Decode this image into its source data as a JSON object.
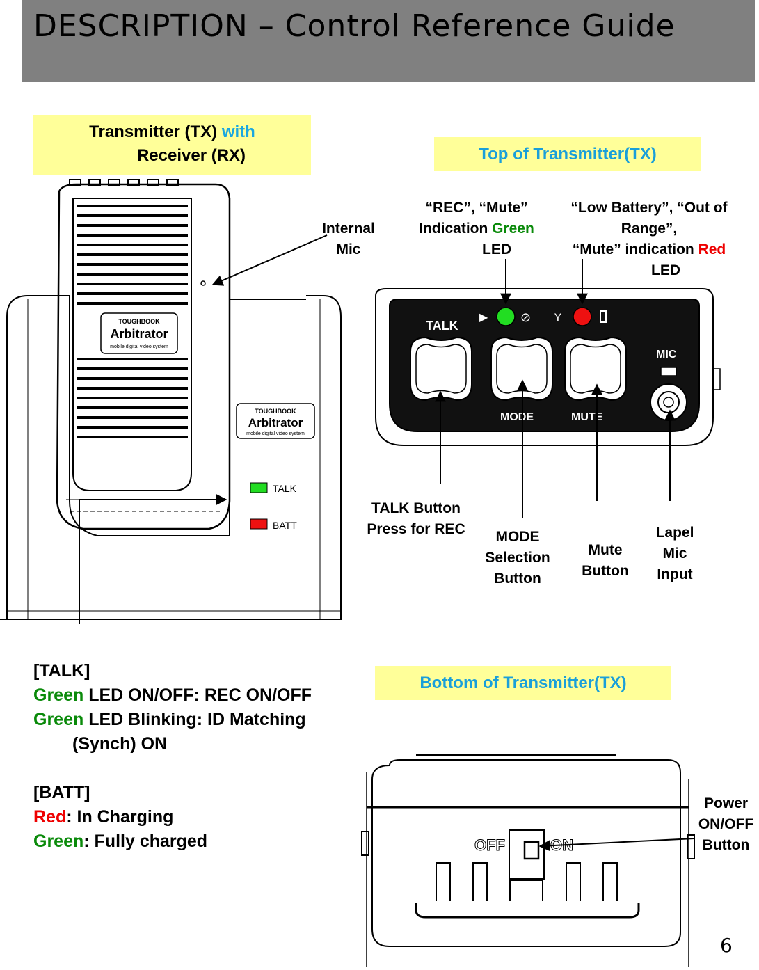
{
  "header": {
    "title": "DESCRIPTION – Control Reference Guide"
  },
  "boxes": {
    "tx_with_rx_part1": "Transmitter (TX) ",
    "tx_with_rx_with": "with",
    "tx_with_rx_part2": "Receiver (RX)",
    "top_of_tx": "Top of Transmitter(TX)",
    "bottom_of_tx": "Bottom of Transmitter(TX)"
  },
  "device": {
    "brand_top": "TOUGHBOOK",
    "brand_name": "Arbitrator",
    "brand_sub": "mobile digital video system",
    "led_talk": "TALK",
    "led_batt": "BATT"
  },
  "top_panel": {
    "talk": "TALK",
    "mode": "MODE",
    "mute": "MUTE",
    "mic": "MIC"
  },
  "bottom_panel": {
    "off": "OFF",
    "on": "ON"
  },
  "labels": {
    "internal_mic": [
      "Internal",
      "Mic"
    ],
    "rec_mute_green": {
      "line1": "“REC”, “Mute”",
      "line2a": "Indication ",
      "line2b": "Green",
      "line3": "LED"
    },
    "low_batt_red": {
      "line1": "“Low Battery”, “Out of",
      "line2": "Range”,",
      "line3a": "“Mute” indication ",
      "line3b": "Red",
      "line4": "LED"
    },
    "talk_button": [
      "TALK Button",
      "Press for REC"
    ],
    "mode_button": [
      "MODE",
      "Selection",
      "Button"
    ],
    "mute_button": [
      "Mute",
      "Button"
    ],
    "lapel_mic": [
      "Lapel",
      "Mic",
      "Input"
    ],
    "power_button": [
      "Power",
      "ON/OFF",
      "Button"
    ]
  },
  "description": {
    "talk_header": "[TALK]",
    "talk_line1_color": "Green",
    "talk_line1_rest": " LED ON/OFF:  REC ON/OFF",
    "talk_line2_color": "Green",
    "talk_line2_rest": " LED Blinking:  ID Matching",
    "talk_line3": "(Synch) ON",
    "batt_header": "[BATT]",
    "batt_line1_color": "Red",
    "batt_line1_rest": ":  In Charging",
    "batt_line2_color": "Green",
    "batt_line2_rest": ":  Fully charged"
  },
  "page_number": "6",
  "colors": {
    "header_bg": "#808080",
    "label_bg": "#ffff99",
    "accent_blue": "#1a9fd9",
    "led_green": "#22dd22",
    "led_red": "#ee1111"
  }
}
